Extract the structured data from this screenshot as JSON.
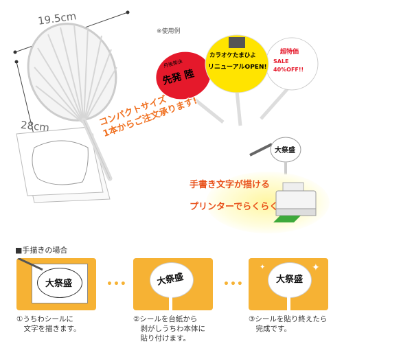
{
  "dimensions": {
    "width_label": "19.5cm",
    "height_label": "28cm"
  },
  "example_note": "※使用例",
  "sample_fans": [
    {
      "text_top": "丹後勢決",
      "text_main": "先発 陸",
      "color": "#e5192b"
    },
    {
      "text_top": "カラオケたまひよ",
      "text_main": "リニューアルOPEN!",
      "color": "#ffe400"
    },
    {
      "text_top": "超特価",
      "text_main": "SALE 40%OFF!!",
      "color": "#ffffff"
    }
  ],
  "tagline": {
    "line1": "コンパクトサイズ",
    "line2": "1本からご注文承ります!"
  },
  "features": {
    "handwriting": "手書き文字が描ける",
    "printer": "プリンターでらくらく"
  },
  "sample_text": "大祭盛",
  "howto": {
    "title": "■手描きの場合",
    "steps": [
      {
        "caption": "①うちわシールに\n　文字を描きます。"
      },
      {
        "caption": "②シールを台紙から\n　剥がしうちわ本体に\n　貼り付けます。"
      },
      {
        "caption": "③シールを貼り終えたら\n　完成です。"
      }
    ],
    "separator": "•••"
  },
  "colors": {
    "accent": "#f07020",
    "panel": "#f6b234",
    "red_fan": "#e5192b",
    "yellow_fan": "#ffe400"
  }
}
